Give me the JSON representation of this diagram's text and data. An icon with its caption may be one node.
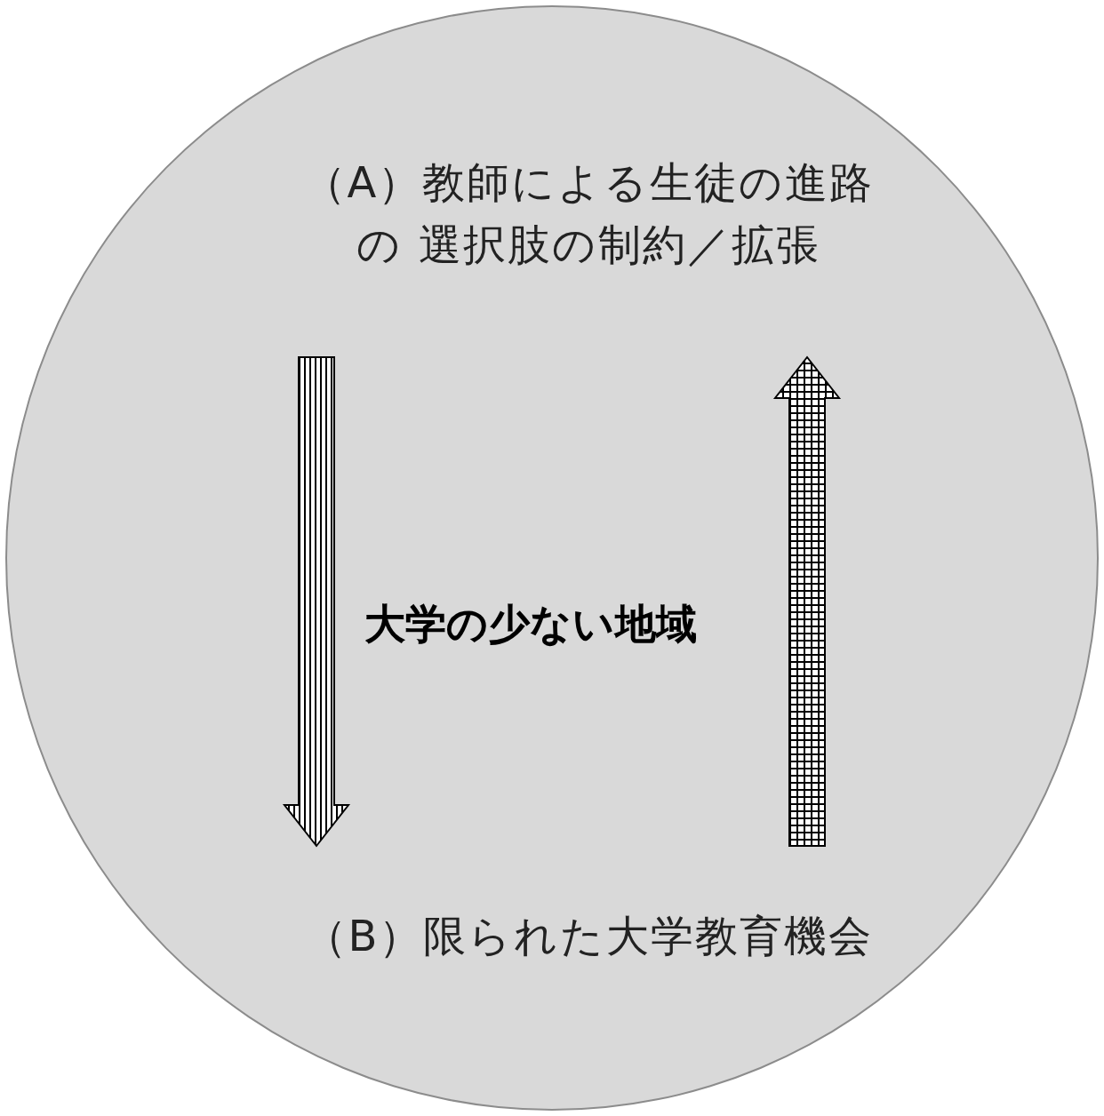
{
  "diagram": {
    "nodes": [
      {
        "text": [
          "大学の少ない地域"
        ]
      },
      {
        "text": [
          "（A）教師による生徒の進路の 選択肢の制約／拡張"
        ],
        "in": 0
      },
      {
        "text": [
          "（B）限られた大学教育機会"
        ],
        "in": 0
      }
    ],
    "edges": [
      {
        "from": 1,
        "to": 2,
        "arrow": "to"
      },
      {
        "from": 2,
        "to": 1,
        "arrow": "to"
      }
    ]
  }
}
